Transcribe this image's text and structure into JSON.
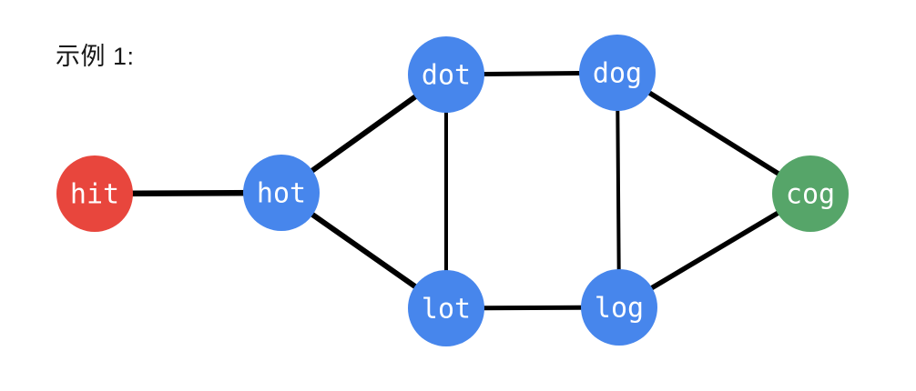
{
  "example": {
    "label": "示例 1:"
  },
  "graph": {
    "nodes": [
      {
        "id": "hit",
        "label": "hit",
        "fill": "#e8463d"
      },
      {
        "id": "hot",
        "label": "hot",
        "fill": "#4786ec"
      },
      {
        "id": "dot",
        "label": "dot",
        "fill": "#4786ec"
      },
      {
        "id": "dog",
        "label": "dog",
        "fill": "#4786ec"
      },
      {
        "id": "lot",
        "label": "lot",
        "fill": "#4786ec"
      },
      {
        "id": "log",
        "label": "log",
        "fill": "#4786ec"
      },
      {
        "id": "cog",
        "label": "cog",
        "fill": "#56a569"
      }
    ],
    "edges": [
      {
        "from": "hit",
        "to": "hot"
      },
      {
        "from": "hot",
        "to": "dot"
      },
      {
        "from": "hot",
        "to": "lot"
      },
      {
        "from": "dot",
        "to": "dog"
      },
      {
        "from": "dot",
        "to": "lot"
      },
      {
        "from": "dog",
        "to": "log"
      },
      {
        "from": "dog",
        "to": "cog"
      },
      {
        "from": "lot",
        "to": "log"
      },
      {
        "from": "log",
        "to": "cog"
      }
    ],
    "edge_color": "#000000",
    "node_label_color": "#ffffff"
  }
}
